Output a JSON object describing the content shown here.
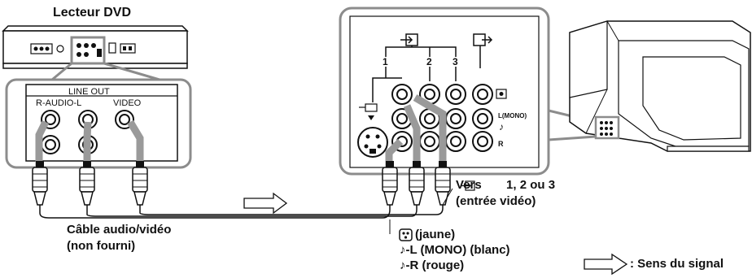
{
  "dvd_player": {
    "title": "Lecteur DVD",
    "panel_label": "LINE  OUT",
    "audio_label": "R-AUDIO-L",
    "video_label": "VIDEO"
  },
  "tv_panel": {
    "input_numbers": [
      "1",
      "2",
      "3"
    ],
    "l_mono_label": "L(MONO)",
    "r_label": "R"
  },
  "cable": {
    "line1": "Câble audio/vidéo",
    "line2": "(non fourni)"
  },
  "destination": {
    "line1": "Vers",
    "line1_suffix": "1, 2 ou 3",
    "line2": "(entrée vidéo)"
  },
  "legend_plugs": {
    "video": "(jaune)",
    "left": "-L (MONO) (blanc)",
    "right": "-R (rouge)"
  },
  "signal_legend": ": Sens du signal",
  "icons": {
    "video_symbol": "video-jack-icon",
    "audio_symbol": "note-icon",
    "input_symbol": "input-arrow-icon",
    "output_symbol": "output-arrow-icon"
  }
}
